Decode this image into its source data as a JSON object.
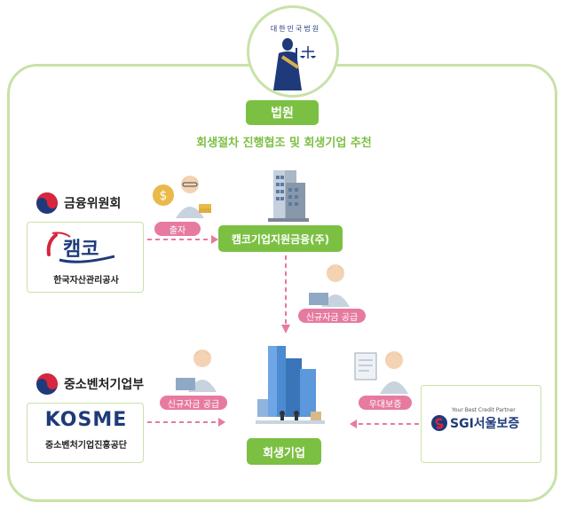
{
  "seal_text": "대한민국법원",
  "court_label": "법원",
  "court_subtitle": "회생절차 진행협조 및 회생기업 추천",
  "fsc_label": "금융위원회",
  "kamco_logo": "캠코",
  "kamco_full": "한국자산관리공사",
  "investment_pill": "출자",
  "kamco_sub_label": "캠코기업지원금융(주)",
  "new_funds_pill_center": "신규자금 공급",
  "mss_label": "중소벤처기업부",
  "kosme_logo": "KOSME",
  "kosme_full": "중소벤처기업진흥공단",
  "new_funds_pill_left": "신규자금 공급",
  "guarantee_pill": "우대보증",
  "sgi_tagline": "Your Best Credit Partner",
  "sgi_name": "SGI서울보증",
  "target_label": "회생기업",
  "colors": {
    "green": "#7cc043",
    "pink": "#e77aa0",
    "frame": "#c8e2a8",
    "navy": "#1f3a7a",
    "kamco_red": "#d7263d"
  }
}
